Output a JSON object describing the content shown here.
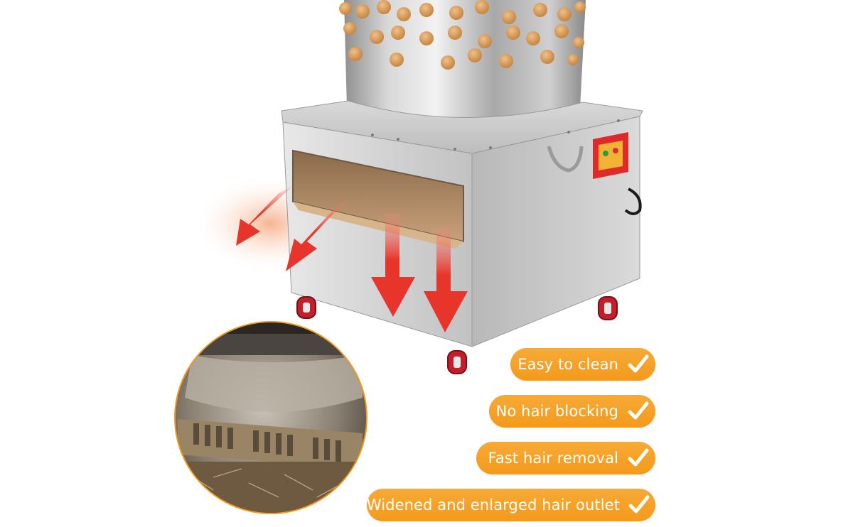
{
  "features": [
    {
      "label": "Easy to clean",
      "icon": "check-icon"
    },
    {
      "label": "No hair blocking",
      "icon": "check-icon"
    },
    {
      "label": "Fast hair removal",
      "icon": "check-icon"
    },
    {
      "label": "Widened and enlarged hair outlet",
      "icon": "check-icon"
    }
  ],
  "colors": {
    "badge": "#f4a12a",
    "arrow": "#e8352c",
    "stainless": "#c9c9c9",
    "finger": "#d9a166",
    "switch_panel": "#e02a2a"
  }
}
